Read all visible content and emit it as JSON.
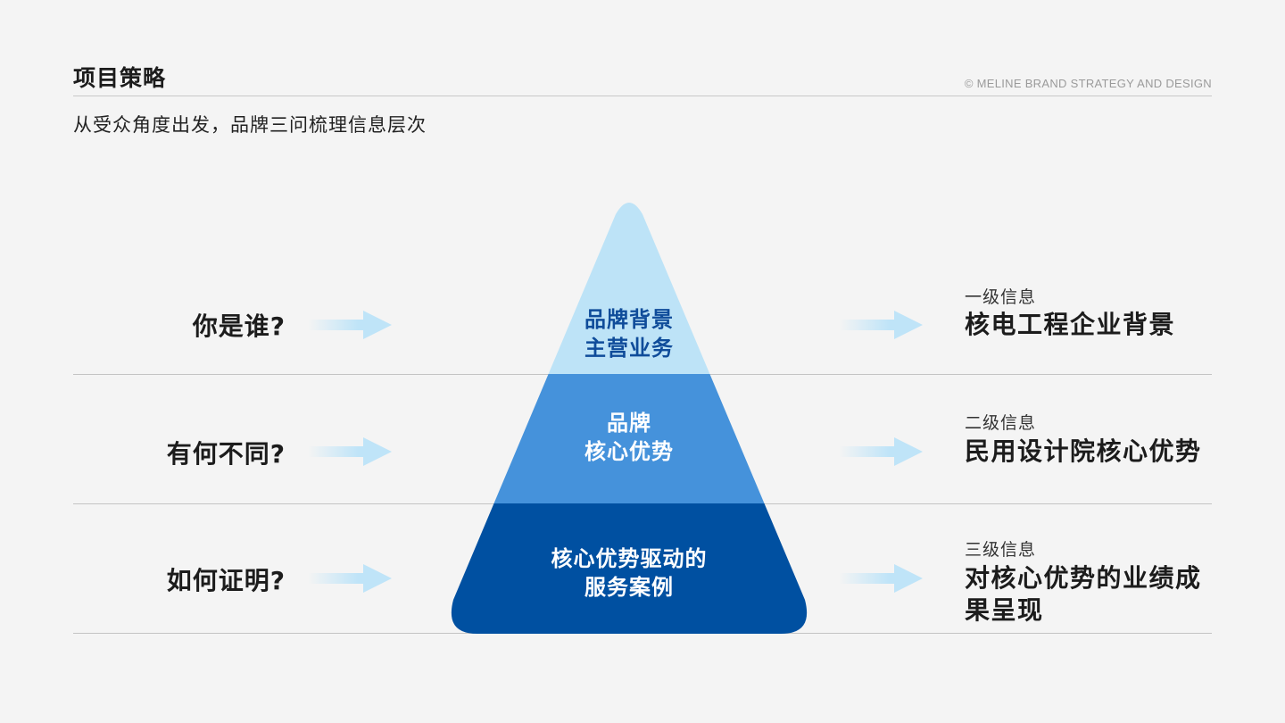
{
  "header": {
    "title": "项目策略",
    "copyright": "© MELINE BRAND STRATEGY AND DESIGN",
    "subtitle": "从受众角度出发，品牌三问梳理信息层次"
  },
  "colors": {
    "tier1": "#bde3f7",
    "tier2": "#4592db",
    "tier3": "#0050a1",
    "tier1_text": "#0f4c9a",
    "arrow": "#bfe4f8",
    "background": "#f4f4f4"
  },
  "rows": [
    {
      "question": "你是谁?",
      "tier_lines": [
        "品牌背景",
        "主营业务"
      ],
      "level_label": "一级信息",
      "level_value": "核电工程企业背景"
    },
    {
      "question": "有何不同?",
      "tier_lines": [
        "品牌",
        "核心优势"
      ],
      "level_label": "二级信息",
      "level_value": "民用设计院核心优势"
    },
    {
      "question": "如何证明?",
      "tier_lines": [
        "核心优势驱动的",
        "服务案例"
      ],
      "level_label": "三级信息",
      "level_value": "对核心优势的业绩成果呈现"
    }
  ]
}
